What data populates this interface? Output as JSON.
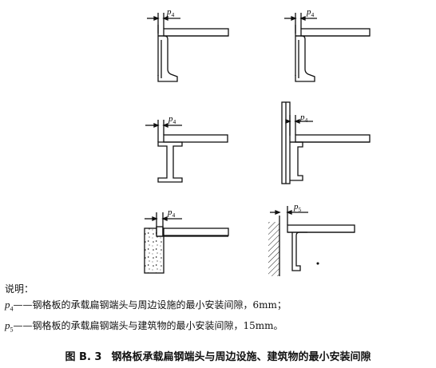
{
  "dimensions": {
    "p4_letter": "p",
    "p4_sub": "4",
    "p5_letter": "p",
    "p5_sub": "5"
  },
  "notes": {
    "heading": "说明：",
    "items": [
      {
        "symbol": "p",
        "sub": "4",
        "text": "——钢格板的承载扁钢端头与周边设施的最小安装间隙，6mm；"
      },
      {
        "symbol": "p",
        "sub": "5",
        "text": "——钢格板的承载扁钢端头与建筑物的最小安装间隙，15mm。"
      }
    ]
  },
  "caption": {
    "number": "图 B. 3",
    "title": "钢格板承载扁钢端头与周边设施、建筑物的最小安装间隙"
  }
}
